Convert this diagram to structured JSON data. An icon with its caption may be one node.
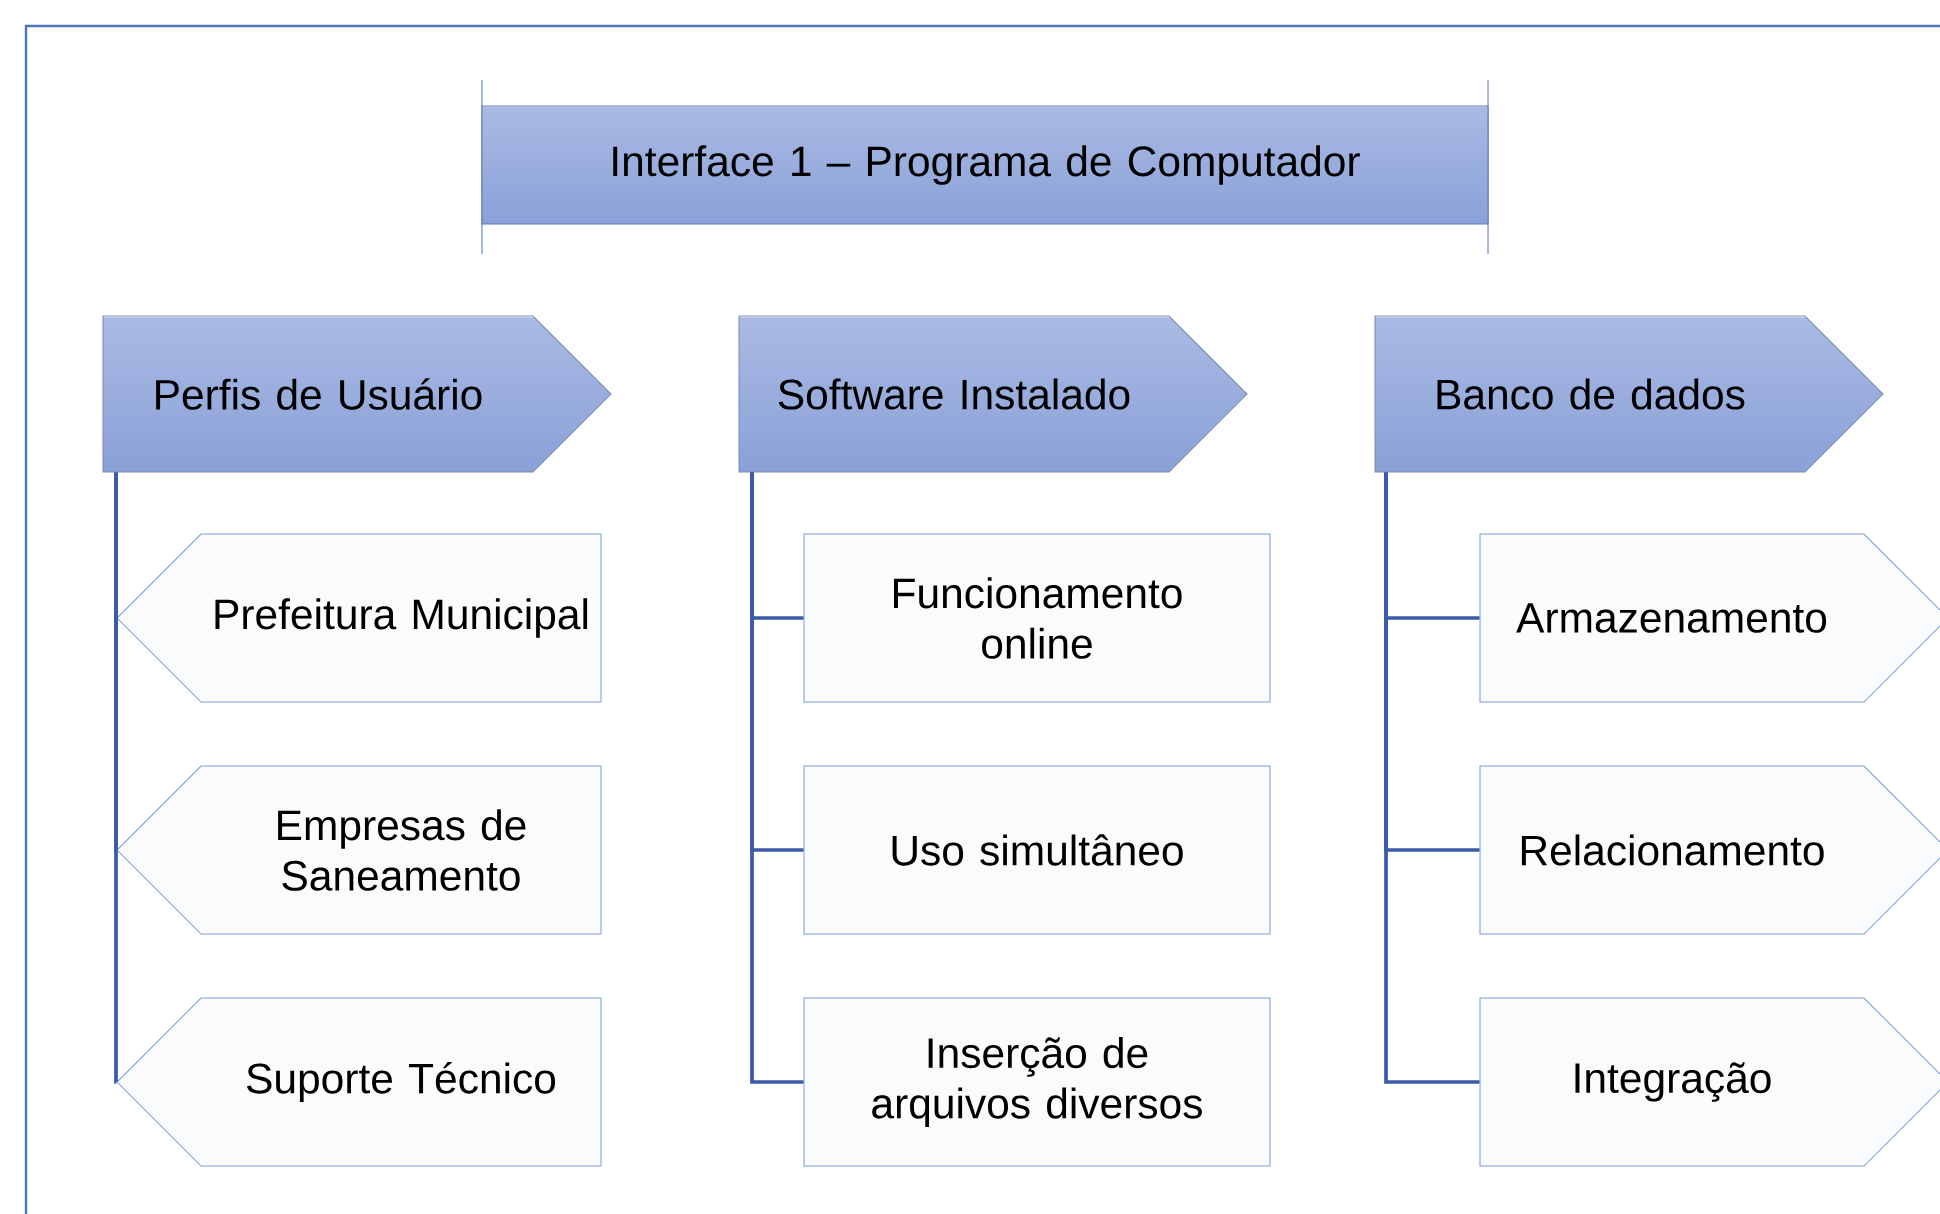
{
  "diagram": {
    "nodes": [
      {
        "text": [
          "Interface 1 – Programa de Computador"
        ]
      },
      {
        "text": [
          "Perfis de Usuário"
        ]
      },
      {
        "text": [
          "Software Instalado"
        ]
      },
      {
        "text": [
          "Banco de dados"
        ]
      },
      {
        "text": [
          "Prefeitura Municipal"
        ]
      },
      {
        "text": [
          "Empresas de Saneamento"
        ]
      },
      {
        "text": [
          "Suporte Técnico"
        ]
      },
      {
        "text": [
          "Funcionamento online"
        ]
      },
      {
        "text": [
          "Uso simultâneo"
        ]
      },
      {
        "text": [
          "Inserção de arquivos diversos"
        ]
      },
      {
        "text": [
          "Armazenamento"
        ]
      },
      {
        "text": [
          "Relacionamento"
        ]
      },
      {
        "text": [
          "Integração"
        ]
      }
    ],
    "edges": [
      {
        "from": 1,
        "to": 4,
        "arrow": "none"
      },
      {
        "from": 1,
        "to": 5,
        "arrow": "none"
      },
      {
        "from": 1,
        "to": 6,
        "arrow": "none"
      },
      {
        "from": 2,
        "to": 7,
        "arrow": "none"
      },
      {
        "from": 2,
        "to": 8,
        "arrow": "none"
      },
      {
        "from": 2,
        "to": 9,
        "arrow": "none"
      },
      {
        "from": 3,
        "to": 10,
        "arrow": "none"
      },
      {
        "from": 3,
        "to": 11,
        "arrow": "none"
      },
      {
        "from": 3,
        "to": 12,
        "arrow": "none"
      }
    ]
  }
}
